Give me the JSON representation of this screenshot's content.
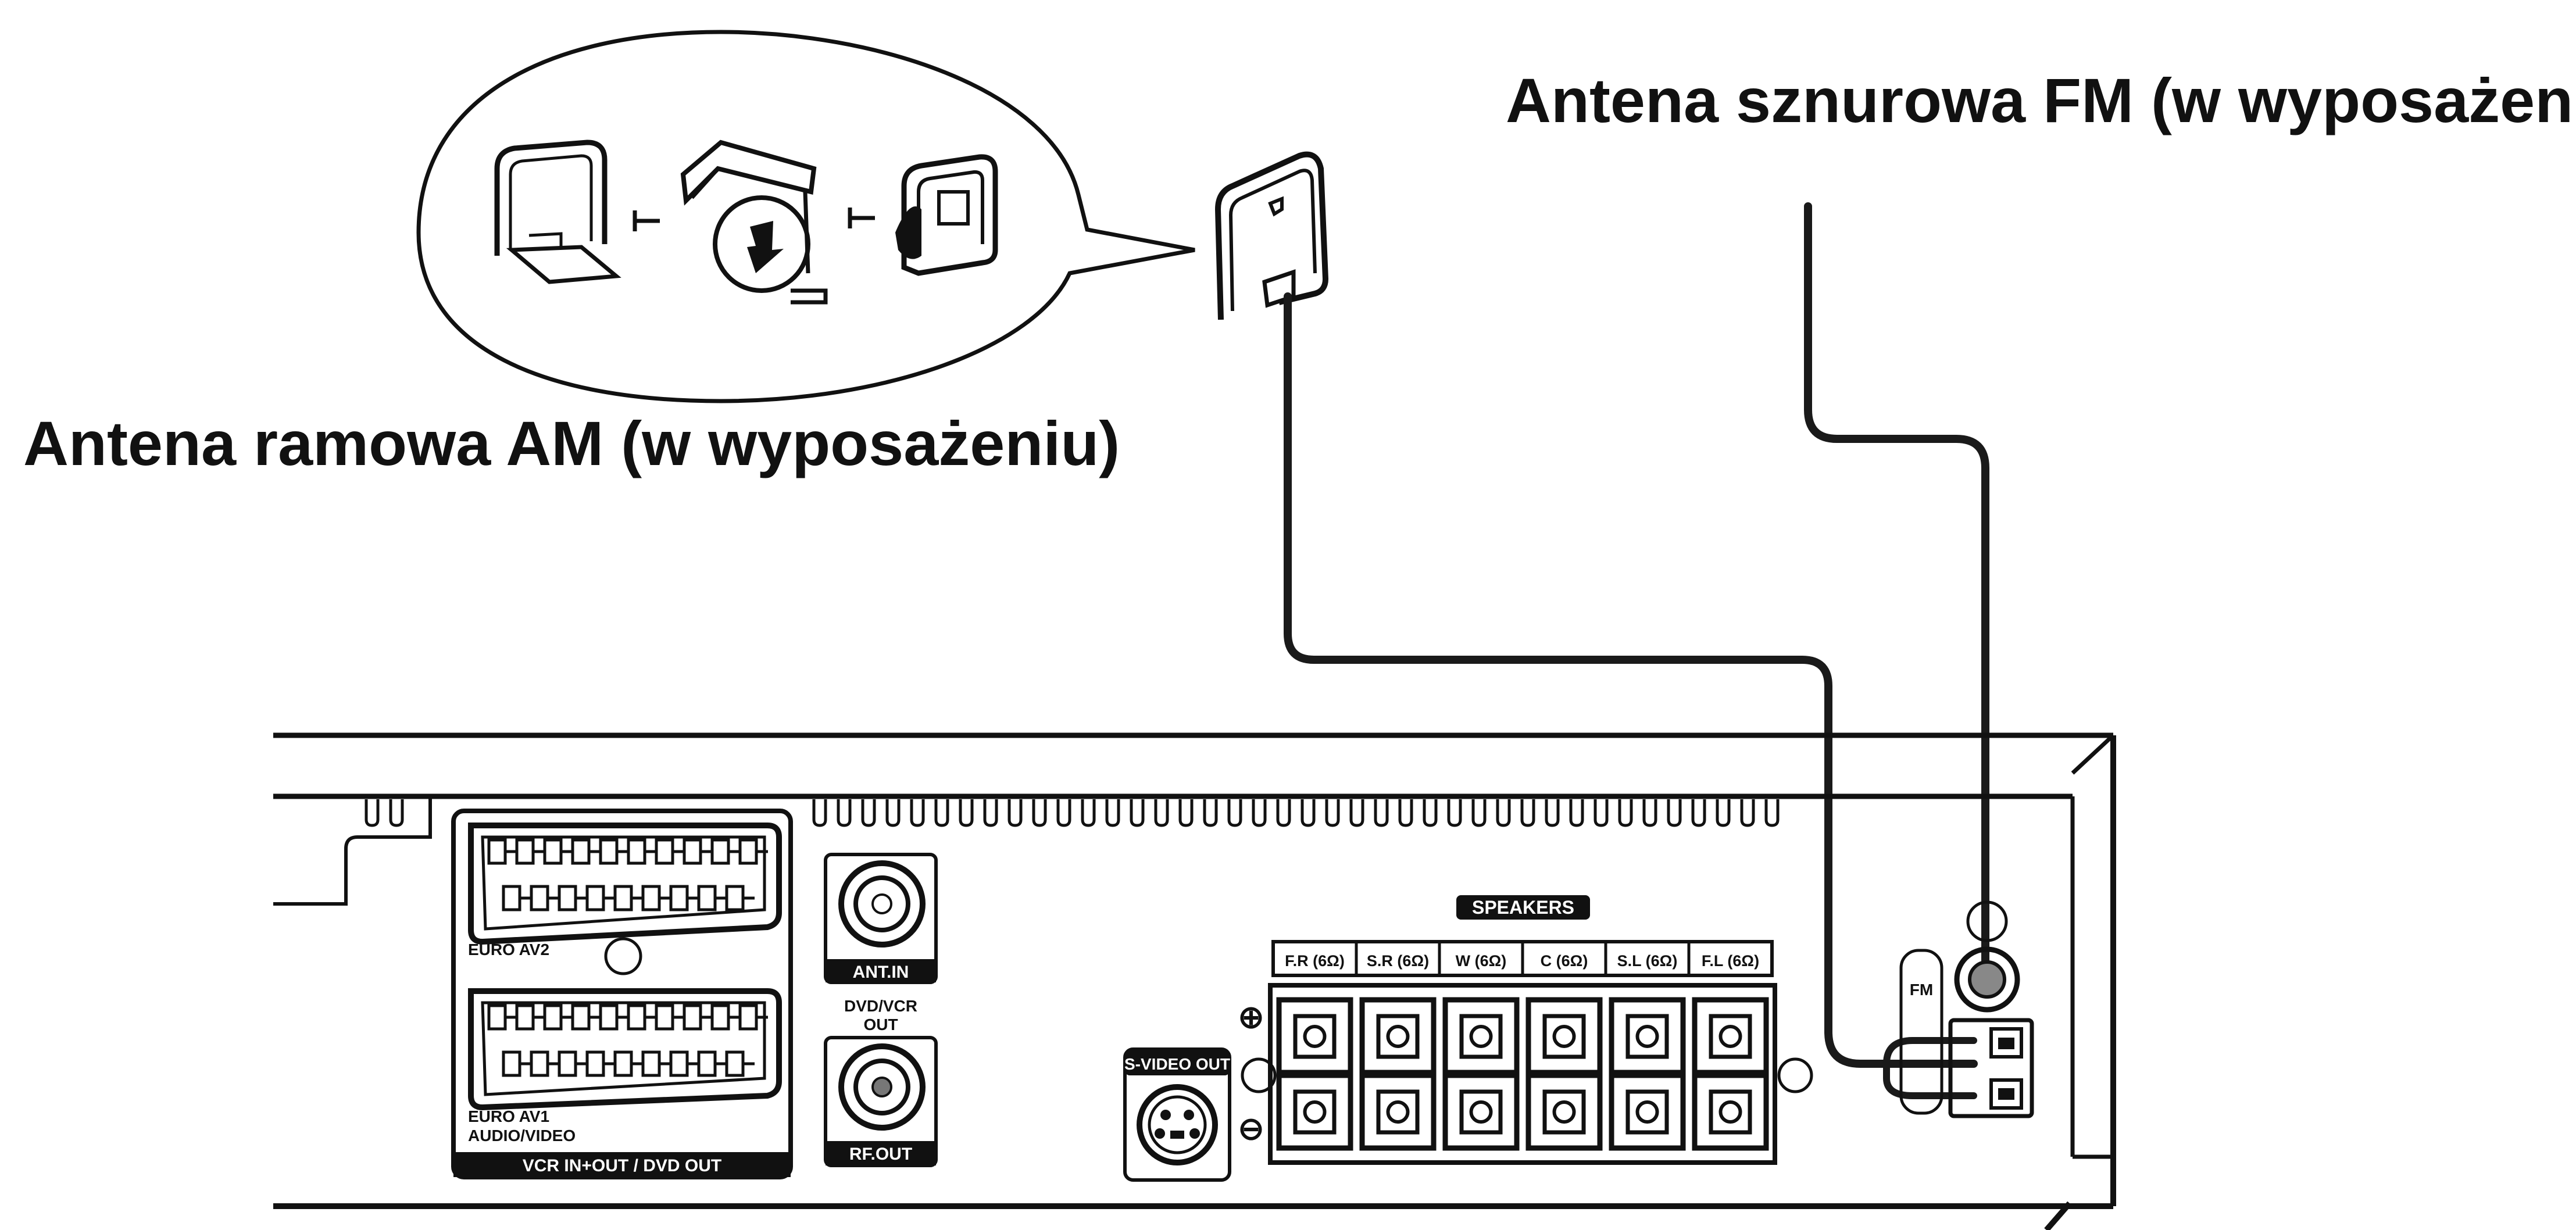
{
  "captions": {
    "am_antenna": "Antena ramowa AM (w wyposażeniu)",
    "fm_antenna": "Antena sznurowa FM (w wyposażeniu)"
  },
  "panel": {
    "euro_av2": "EURO AV2",
    "euro_av1_line1": "EURO AV1",
    "euro_av1_line2": "AUDIO/VIDEO",
    "vcr_bar": "VCR IN+OUT / DVD OUT",
    "ant_in": "ANT.IN",
    "dvd_vcr_line1": "DVD/VCR",
    "dvd_vcr_line2": "OUT",
    "rf_out": "RF.OUT",
    "s_video_out": "S-VIDEO OUT",
    "speakers": "SPEAKERS",
    "speaker_channels": [
      "F.R (6Ω)",
      "S.R (6Ω)",
      "W (6Ω)",
      "C (6Ω)",
      "S.L (6Ω)",
      "F.L (6Ω)"
    ],
    "plus_sign": "⊕",
    "minus_sign": "⊖",
    "fm": "FM"
  },
  "colors": {
    "ink": "#111111",
    "background": "#ffffff",
    "cable": "#1a1a1a"
  }
}
